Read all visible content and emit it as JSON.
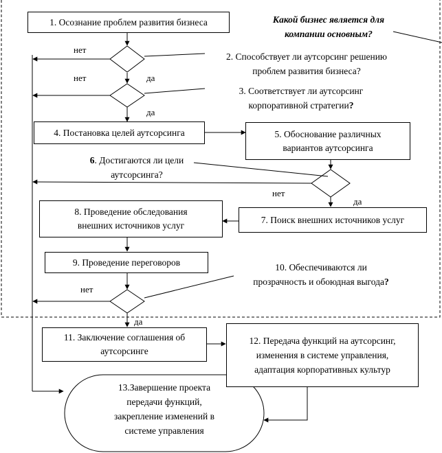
{
  "nodes": {
    "n1": "1. Осознание проблем развития бизнеса",
    "n4": "4. Постановка целей аутсорсинга",
    "n5": [
      "5. Обоснование различных",
      "вариантов аутсорсинга"
    ],
    "n7": "7. Поиск внешних источников услуг",
    "n8": [
      "8. Проведение обследования",
      "внешних источников услуг"
    ],
    "n9": "9. Проведение переговоров",
    "n11": [
      "11. Заключение соглашения об",
      "аутсорсинге"
    ],
    "n12": [
      "12. Передача функций на аутсорсинг,",
      "изменения в системе управления,",
      "адаптация корпоративных культур"
    ],
    "n13": [
      "13.Завершение проекта",
      "передачи функций,",
      "закрепление изменений в",
      "системе управления"
    ]
  },
  "questions": {
    "q_main": [
      "Какой бизнес является для",
      "компании основным?"
    ],
    "q2": [
      "2. Способствует ли аутсорсинг решению",
      "проблем развития бизнеса?"
    ],
    "q3_line1": "3. Соответствует ли аутсорсинг",
    "q3_line2": "корпоративной стратегии",
    "q3_mark": "?",
    "q6_num": "6",
    "q6_line1": ". Достигаются ли цели",
    "q6_line2": "аутсорсинга?",
    "q10_line1": "10. Обеспечиваются ли",
    "q10_line2": "прозрачность и обоюдная выгода",
    "q10_mark": "?"
  },
  "labels": {
    "no": "нет",
    "yes": "да"
  }
}
